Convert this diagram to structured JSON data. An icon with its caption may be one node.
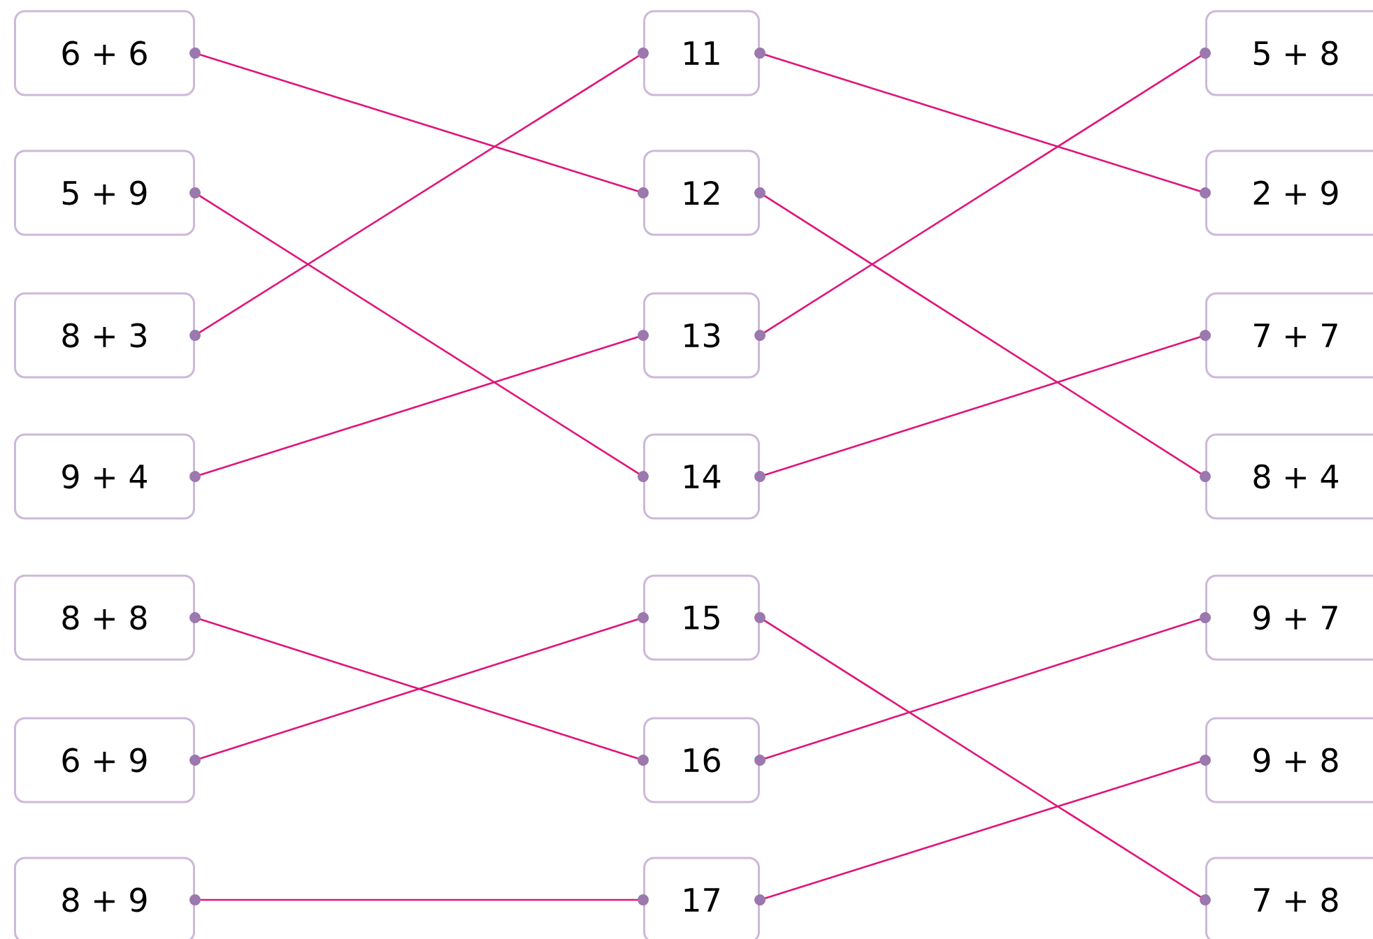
{
  "diagram": {
    "nodes": [
      {
        "text": [
          "6 + 6"
        ]
      },
      {
        "text": [
          "5 + 9"
        ]
      },
      {
        "text": [
          "8 + 3"
        ]
      },
      {
        "text": [
          "9 + 4"
        ]
      },
      {
        "text": [
          "8 + 8"
        ]
      },
      {
        "text": [
          "6 + 9"
        ]
      },
      {
        "text": [
          "8 + 9"
        ]
      },
      {
        "text": [
          "11"
        ]
      },
      {
        "text": [
          "12"
        ]
      },
      {
        "text": [
          "13"
        ]
      },
      {
        "text": [
          "14"
        ]
      },
      {
        "text": [
          "15"
        ]
      },
      {
        "text": [
          "16"
        ]
      },
      {
        "text": [
          "17"
        ]
      },
      {
        "text": [
          "5 + 8"
        ]
      },
      {
        "text": [
          "2 + 9"
        ]
      },
      {
        "text": [
          "7 + 7"
        ]
      },
      {
        "text": [
          "8 + 4"
        ]
      },
      {
        "text": [
          "9 + 7"
        ]
      },
      {
        "text": [
          "9 + 8"
        ]
      },
      {
        "text": [
          "7 + 8"
        ]
      }
    ],
    "edges": [
      {
        "from": 0,
        "to": 8,
        "arrow": "other"
      },
      {
        "from": 1,
        "to": 10,
        "arrow": "other"
      },
      {
        "from": 2,
        "to": 7,
        "arrow": "other"
      },
      {
        "from": 3,
        "to": 9,
        "arrow": "other"
      },
      {
        "from": 4,
        "to": 12,
        "arrow": "other"
      },
      {
        "from": 5,
        "to": 11,
        "arrow": "other"
      },
      {
        "from": 6,
        "to": 13,
        "arrow": "other"
      },
      {
        "from": 7,
        "to": 15,
        "arrow": "other"
      },
      {
        "from": 8,
        "to": 17,
        "arrow": "other"
      },
      {
        "from": 9,
        "to": 14,
        "arrow": "other"
      },
      {
        "from": 10,
        "to": 16,
        "arrow": "other"
      },
      {
        "from": 11,
        "to": 20,
        "arrow": "other"
      },
      {
        "from": 12,
        "to": 18,
        "arrow": "other"
      },
      {
        "from": 13,
        "to": 19,
        "arrow": "other"
      }
    ]
  }
}
